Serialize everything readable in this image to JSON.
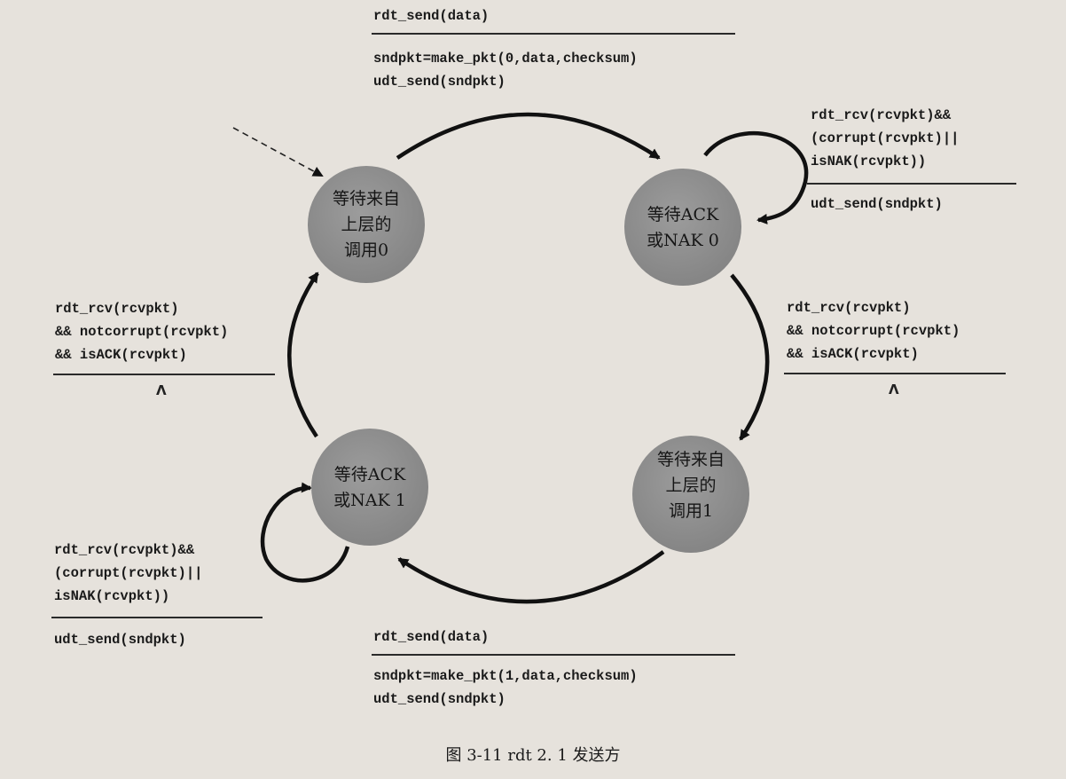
{
  "states": {
    "s0": {
      "line1": "等待来自",
      "line2": "上层的",
      "line3": "调用0"
    },
    "s1": {
      "line1": "等待ACK",
      "line2": "或NAK 0"
    },
    "s2": {
      "line1": "等待来自",
      "line2": "上层的",
      "line3": "调用1"
    },
    "s3": {
      "line1": "等待ACK",
      "line2": "或NAK 1"
    }
  },
  "transitions": {
    "send0": {
      "event": "rdt_send(data)",
      "action1": "sndpkt=make_pkt(0,data,checksum)",
      "action2": "udt_send(sndpkt)"
    },
    "resend0": {
      "event1": "rdt_rcv(rcvpkt)&&",
      "event2": "(corrupt(rcvpkt)||",
      "event3": "isNAK(rcvpkt))",
      "action": "udt_send(sndpkt)"
    },
    "ack0": {
      "event1": "rdt_rcv(rcvpkt)",
      "event2": "&& notcorrupt(rcvpkt)",
      "event3": "&& isACK(rcvpkt)",
      "action": "Λ"
    },
    "send1": {
      "event": "rdt_send(data)",
      "action1": "sndpkt=make_pkt(1,data,checksum)",
      "action2": "udt_send(sndpkt)"
    },
    "resend1": {
      "event1": "rdt_rcv(rcvpkt)&&",
      "event2": "(corrupt(rcvpkt)||",
      "event3": "isNAK(rcvpkt))",
      "action": "udt_send(sndpkt)"
    },
    "ack1": {
      "event1": "rdt_rcv(rcvpkt)",
      "event2": "&& notcorrupt(rcvpkt)",
      "event3": "&& isACK(rcvpkt)",
      "action": "Λ"
    }
  },
  "caption": "图 3-11   rdt 2. 1 发送方",
  "colors": {
    "state_fill": "#8e8e8e",
    "arrow": "#111111",
    "background": "#e6e2dc"
  }
}
